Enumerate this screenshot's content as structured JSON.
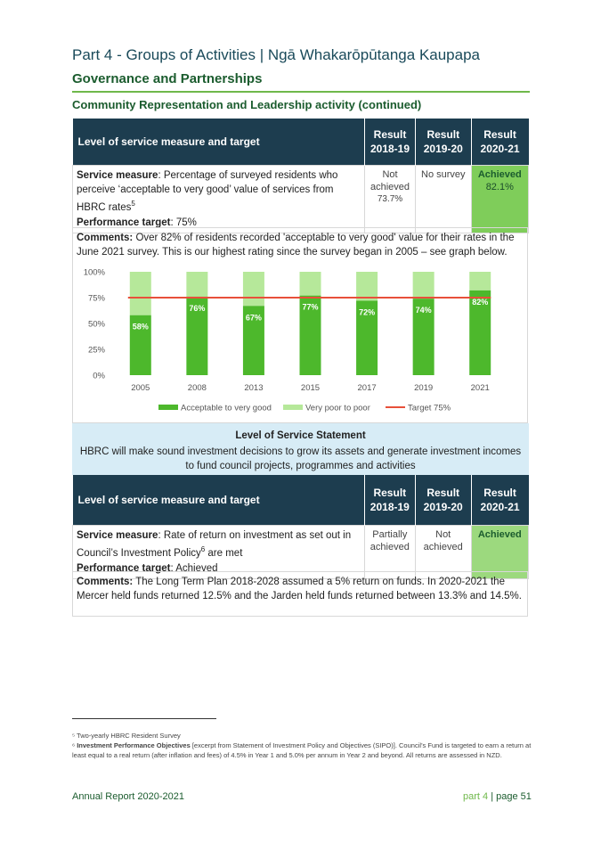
{
  "header": {
    "part_title": "Part 4 - Groups of Activities | Ngā Whakarōpūtanga Kaupapa",
    "section_title": "Governance and Partnerships",
    "sub_title": "Community Representation and Leadership activity (continued)"
  },
  "table1": {
    "headers": {
      "measure": "Level of service measure and target",
      "r1": "Result 2018-19",
      "r2": "Result 2019-20",
      "r3": "Result 2020-21"
    },
    "row": {
      "measure_label": "Service measure",
      "measure_text": ": Percentage of surveyed residents who perceive ‘acceptable to very good’ value of services from HBRC rates",
      "footnote_ref": "5",
      "target_label": "Performance target",
      "target_text": ": 75%",
      "r1": "Not achieved",
      "r1_sub": "73.7%",
      "r2": "No survey",
      "r3": "Achieved",
      "r3_sub": "82.1%"
    },
    "comment_label": "Comments:",
    "comment_text": " Over 82% of residents recorded 'acceptable to very good' value for their rates in the June 2021 survey. This is our highest rating since the survey began in 2005 – see graph below."
  },
  "chart_data": {
    "type": "bar",
    "categories": [
      "2005",
      "2008",
      "2013",
      "2015",
      "2017",
      "2019",
      "2021"
    ],
    "series": [
      {
        "name": "Acceptable to very good",
        "values": [
          58,
          76,
          67,
          77,
          72,
          74,
          82
        ],
        "color": "#4db82c"
      },
      {
        "name": "Very poor to poor",
        "values": [
          42,
          24,
          33,
          23,
          28,
          26,
          18
        ],
        "color": "#b6e89a"
      },
      {
        "name": "Target 75%",
        "values": [
          75,
          75,
          75,
          75,
          75,
          75,
          75
        ],
        "color": "#e8503a"
      }
    ],
    "data_labels": [
      "58%",
      "76%",
      "67%",
      "77%",
      "72%",
      "74%",
      "82%"
    ],
    "yticks": [
      "100%",
      "75%",
      "50%",
      "25%",
      "0%"
    ],
    "ylim": [
      0,
      100
    ],
    "stacked": true,
    "legend_position": "bottom"
  },
  "los": {
    "title": "Level of Service Statement",
    "text": "HBRC will make sound investment decisions to grow its assets and generate investment incomes to fund council projects, programmes and activities"
  },
  "table2": {
    "headers": {
      "measure": "Level of service measure and target",
      "r1": "Result 2018-19",
      "r2": "Result 2019-20",
      "r3": "Result 2020-21"
    },
    "row": {
      "measure_label": "Service measure",
      "measure_text": ": Rate of return on investment as set out in Council’s Investment Policy",
      "footnote_ref": "6",
      "measure_tail": " are met",
      "target_label": "Performance target",
      "target_text": ": Achieved",
      "r1": "Partially achieved",
      "r2": "Not achieved",
      "r3": "Achieved"
    },
    "comment_label": "Comments:",
    "comment_text": " The Long Term Plan 2018-2028 assumed a 5% return on funds. In 2020-2021 the Mercer held funds returned 12.5% and the Jarden held funds returned between 13.3% and 14.5%."
  },
  "footnotes": {
    "f5": "⁵ Two-yearly HBRC Resident Survey",
    "f6_ref": "⁶",
    "f6_label": "Investment Performance Objectives",
    "f6_text": " [excerpt from Statement of Investment Policy and Objectives (SIPO)]. Council’s Fund is targeted to earn a return at least equal to a real return (after inflation and fees) of 4.5% in Year 1 and 5.0% per annum in Year 2 and beyond. All returns are assessed in NZD."
  },
  "footer": {
    "left": "Annual Report 2020-2021",
    "right_tag": "part 4",
    "right_sep": " | ",
    "right_page": "page 51"
  }
}
